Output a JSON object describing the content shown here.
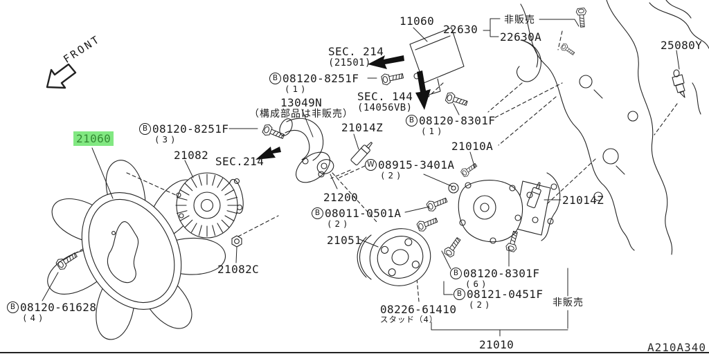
{
  "diagram": {
    "front_label": "FRONT",
    "code": "A210A340",
    "highlight_color": "#82e882",
    "line_color": "#222222"
  },
  "labels": {
    "p11060": "11060",
    "p22630": "22630",
    "not_sold_top": "非販売",
    "p22630a": "22630A",
    "p25080y": "25080Y",
    "sec214_top": "SEC. 214",
    "sec214_top_ref": "(21501)",
    "prefix_b": "B",
    "prefix_w": "W",
    "b08120_8251f_1": "08120-8251F",
    "b08120_8251f_1_qty": "(1)",
    "sec144": "SEC. 144",
    "sec144_ref": "(14056VB)",
    "p13049n": "13049N",
    "p13049n_note": "（構成部品は非販売）",
    "b08120_8251f_3": "08120-8251F",
    "b08120_8251f_3_qty": "(3)",
    "p21014z_mid": "21014Z",
    "p21060": "21060",
    "p21082": "21082",
    "sec214_mid": "SEC.214",
    "b08120_8301f_1": "08120-8301F",
    "b08120_8301f_1_qty": "(1)",
    "p21010a": "21010A",
    "w08915_3401a": "08915-3401A",
    "w08915_3401a_qty": "(2)",
    "p21200": "21200",
    "b08011_0501a": "08011-0501A",
    "b08011_0501a_qty": "(2)",
    "p21051": "21051",
    "p21014z_right": "21014Z",
    "p21082c": "21082C",
    "b08120_8301f_6": "08120-8301F",
    "b08120_8301f_6_qty": "(6)",
    "b08121_0451f": "08121-0451F",
    "b08121_0451f_qty": "(2)",
    "not_sold_bottom": "非販売",
    "b08120_61628": "08120-61628",
    "b08120_61628_qty": "(4)",
    "p08226_61410": "08226-61410",
    "p08226_61410_note": "スタッド（4）",
    "p21010": "21010"
  }
}
